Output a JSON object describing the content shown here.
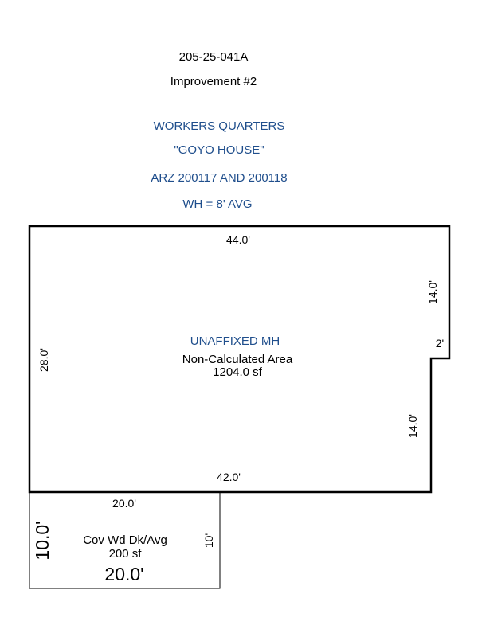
{
  "header": {
    "parcel_number": "205-25-041A",
    "improvement": "Improvement #2",
    "structure_name": "WORKERS QUARTERS",
    "structure_alias": "\"GOYO HOUSE\"",
    "permit_reference": "ARZ 200117 AND 200118",
    "wall_height": "WH =  8' AVG"
  },
  "main_area": {
    "label": "UNAFFIXED MH",
    "area_type": "Non-Calculated Area",
    "area": "1204.0 sf",
    "dim_top": "44.0'",
    "dim_left": "28.0'",
    "dim_right_upper": "14.0'",
    "dim_step": "2'",
    "dim_right_lower": "14.0'",
    "dim_bottom": "42.0'"
  },
  "deck_area": {
    "label": "Cov Wd Dk/Avg",
    "area": "200 sf",
    "dim_top": "20.0'",
    "dim_left": "10.0'",
    "dim_right": "10'",
    "dim_bottom": "20.0'"
  },
  "colors": {
    "label_blue": "#1f4e8c",
    "outline": "#000000"
  }
}
